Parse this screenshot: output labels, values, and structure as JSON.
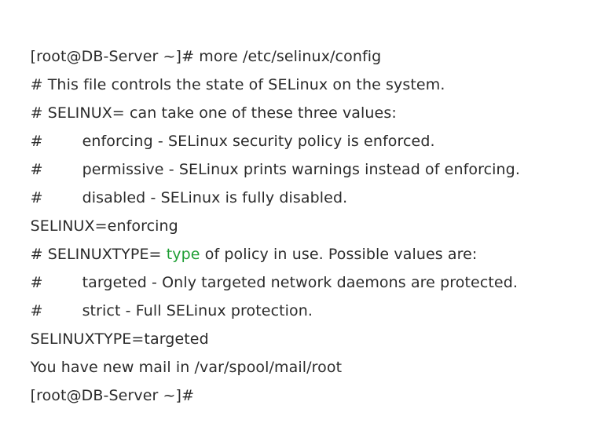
{
  "terminal": {
    "background_color": "#ffffff",
    "text_color": "#2b2b2b",
    "accent_color": "#1e9e34",
    "prompt": "[root@DB-Server ~]#",
    "hostname": "DB-Server",
    "user": "root",
    "cwd": "~",
    "command": "more /etc/selinux/config",
    "lines": [
      {
        "id": "line-1-prompt-command",
        "kind": "prompt",
        "text": "[root@DB-Server ~]# more /etc/selinux/config"
      },
      {
        "id": "line-2-comment",
        "kind": "comment",
        "text": "# This file controls the state of SELinux on the system."
      },
      {
        "id": "line-3-comment",
        "kind": "comment",
        "text": "# SELINUX= can take one of these three values:"
      },
      {
        "id": "line-4-comment-indented",
        "kind": "comment-indented",
        "hash": "#",
        "text": "enforcing - SELinux security policy is enforced."
      },
      {
        "id": "line-5-comment-indented",
        "kind": "comment-indented",
        "hash": "#",
        "text": "permissive - SELinux prints warnings instead of enforcing."
      },
      {
        "id": "line-6-comment-indented",
        "kind": "comment-indented",
        "hash": "#",
        "text": "disabled - SELinux is fully disabled."
      },
      {
        "id": "line-7-setting",
        "kind": "setting",
        "key": "SELINUX",
        "value": "enforcing",
        "text": "SELINUX=enforcing"
      },
      {
        "id": "line-8-comment-highlight",
        "kind": "comment-highlight",
        "prefix": "# SELINUXTYPE= ",
        "highlight": "type",
        "suffix": " of policy in use. Possible values are:",
        "text": "# SELINUXTYPE= type of policy in use. Possible values are:"
      },
      {
        "id": "line-9-comment-indented",
        "kind": "comment-indented",
        "hash": "#",
        "text": "targeted - Only targeted network daemons are protected."
      },
      {
        "id": "line-10-comment-indented",
        "kind": "comment-indented",
        "hash": "#",
        "text": "strict - Full SELinux protection."
      },
      {
        "id": "line-11-setting",
        "kind": "setting",
        "key": "SELINUXTYPE",
        "value": "targeted",
        "text": "SELINUXTYPE=targeted"
      },
      {
        "id": "line-12-mail-notice",
        "kind": "notice",
        "text": "You have new mail in /var/spool/mail/root"
      },
      {
        "id": "line-13-prompt",
        "kind": "prompt",
        "text": "[root@DB-Server ~]#"
      }
    ]
  }
}
